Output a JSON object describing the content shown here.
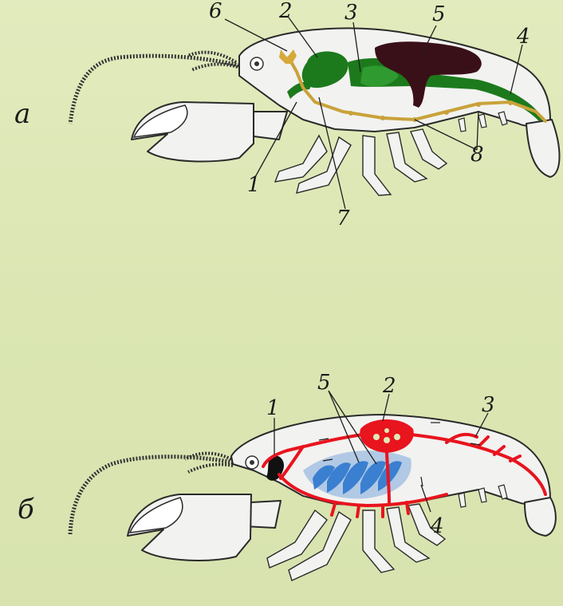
{
  "figures": [
    {
      "letter": "а",
      "system": "digestive_and_nervous",
      "labels": [
        "1",
        "2",
        "3",
        "4",
        "5",
        "6",
        "7",
        "8"
      ],
      "colors": {
        "digestive": "#1c7a1c",
        "liver": "#3a1018",
        "nervous": "#c9a23a"
      }
    },
    {
      "letter": "б",
      "system": "circulatory_and_respiratory",
      "labels": [
        "1",
        "2",
        "3",
        "4",
        "5"
      ],
      "colors": {
        "vessels": "#e8141e",
        "gills": "#3a7fd0",
        "organ": "#111111"
      }
    }
  ]
}
